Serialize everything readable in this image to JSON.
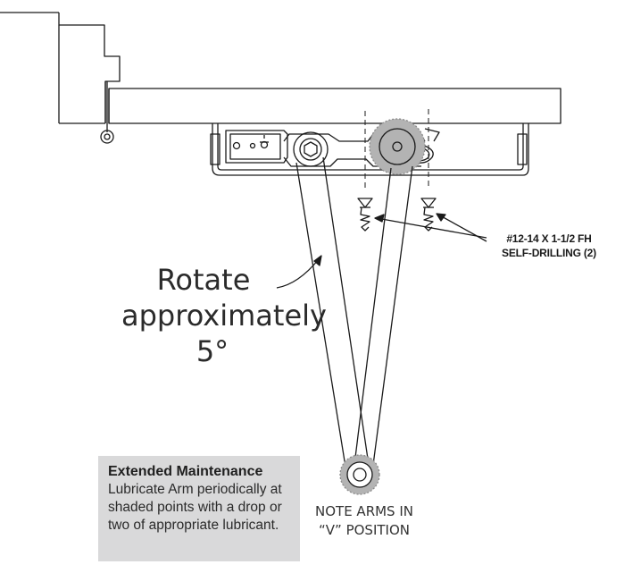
{
  "labels": {
    "rotate": [
      "Rotate",
      "approximately",
      "5°"
    ],
    "screw": [
      "#12-14 X 1-1/2 FH",
      "SELF-DRILLING (2)"
    ],
    "arms_note": [
      "NOTE ARMS IN",
      "“V” POSITION"
    ]
  },
  "maintenance": {
    "title": "Extended Maintenance",
    "body": [
      "Lubricate Arm periodically at",
      "shaded points with a drop or",
      "two of appropriate lubricant."
    ]
  },
  "colors": {
    "line": "#1a1a1a",
    "lubrication_point": "#b3b3b3",
    "note_box": "#d9d9da"
  }
}
